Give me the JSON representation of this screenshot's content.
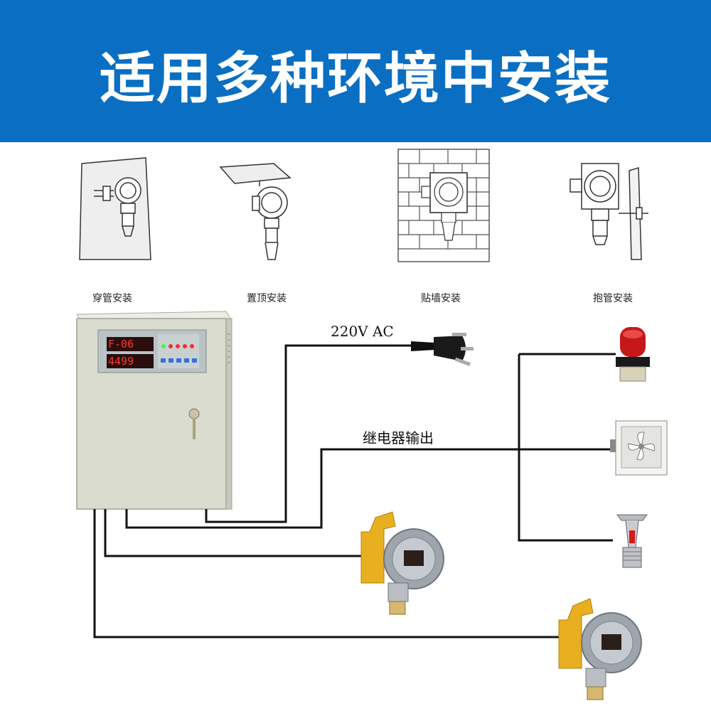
{
  "banner": {
    "title": "适用多种环境中安装"
  },
  "mount_types": [
    {
      "label": "穿管安装"
    },
    {
      "label": "置顶安装"
    },
    {
      "label": "贴墙安装"
    },
    {
      "label": "抱管安装"
    }
  ],
  "controller": {
    "display_line1": "F-06",
    "display_line2": "4499"
  },
  "wires": {
    "power_label": "220V AC",
    "relay_label": "继电器输出"
  },
  "colors": {
    "banner": "#0a6fc2",
    "cabinet": "#d9dccf",
    "led_red": "#ff2a2a",
    "detector_yellow": "#e8b020"
  }
}
